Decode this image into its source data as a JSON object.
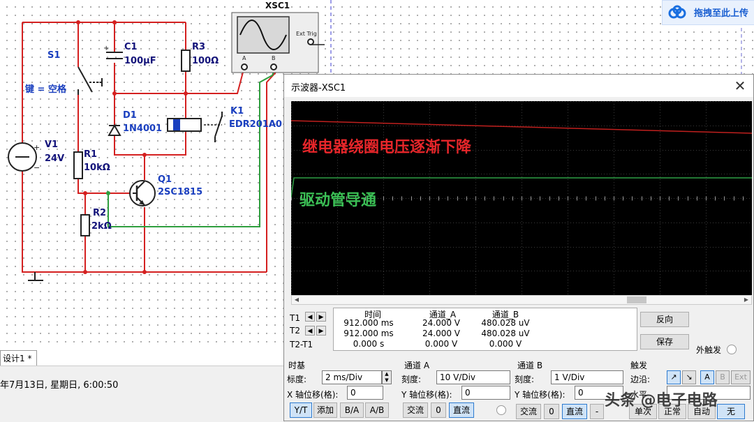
{
  "schematic": {
    "scope_ref": "XSC1",
    "scope_ext_trig": "Ext Trig",
    "scope_ch_a": "A",
    "scope_ch_b": "B",
    "s1_ref": "S1",
    "s1_key": "键 = 空格",
    "c1_ref": "C1",
    "c1_value": "100µF",
    "r3_ref": "R3",
    "r3_value": "100Ω",
    "d1_ref": "D1",
    "d1_value": "1N4001",
    "k1_ref": "K1",
    "k1_value": "EDR201A0",
    "v1_ref": "V1",
    "v1_value": "24V",
    "r1_ref": "R1",
    "r1_value": "10kΩ",
    "q1_ref": "Q1",
    "q1_value": "2SC1815",
    "r2_ref": "R2",
    "r2_value": "2kΩ"
  },
  "upload_badge": "拖拽至此上传",
  "design_tab": "设计1 *",
  "status_text": "年7月13日, 星期日, 6:00:50",
  "scope": {
    "title": "示波器-XSC1",
    "close": "✕",
    "annotation_red": "继电器绕圈电压逐渐下降",
    "annotation_green": "驱动管导通",
    "colors": {
      "channel_a": "#c0201e",
      "channel_b": "#2fa045",
      "screen": "#000000"
    },
    "readout": {
      "headers": [
        "时间",
        "通道_A",
        "通道_B"
      ],
      "rows": [
        {
          "label": "T1",
          "time": "912.000 ms",
          "a": "24.000 V",
          "b": "480.028 uV"
        },
        {
          "label": "T2",
          "time": "912.000 ms",
          "a": "24.000 V",
          "b": "480.028 uV"
        },
        {
          "label": "T2-T1",
          "time": "0.000 s",
          "a": "0.000 V",
          "b": "0.000 V"
        }
      ]
    },
    "reverse_btn": "反向",
    "save_btn": "保存",
    "ext_trigger": "外触发",
    "timebase": {
      "title": "时基",
      "scale_label": "标度:",
      "scale_value": "2 ms/Div",
      "xpos_label": "X 轴位移(格):",
      "xpos_value": "0",
      "btns": [
        "Y/T",
        "添加",
        "B/A",
        "A/B"
      ]
    },
    "channel_a": {
      "title": "通道 A",
      "scale_label": "刻度:",
      "scale_value": "10  V/Div",
      "ypos_label": "Y 轴位移(格):",
      "ypos_value": "0",
      "btns": [
        "交流",
        "0",
        "直流"
      ]
    },
    "channel_b": {
      "title": "通道 B",
      "scale_label": "刻度:",
      "scale_value": "1  V/Div",
      "ypos_label": "Y 轴位移(格):",
      "ypos_value": "0",
      "btns": [
        "交流",
        "0",
        "直流",
        "-"
      ]
    },
    "trigger": {
      "title": "触发",
      "edge_label": "边沿:",
      "level_label": "水平",
      "btns": [
        "A",
        "B",
        "Ext"
      ],
      "mode_btns": [
        "单次",
        "正常",
        "自动",
        "无"
      ]
    }
  },
  "watermark": "头条 @电子电路"
}
